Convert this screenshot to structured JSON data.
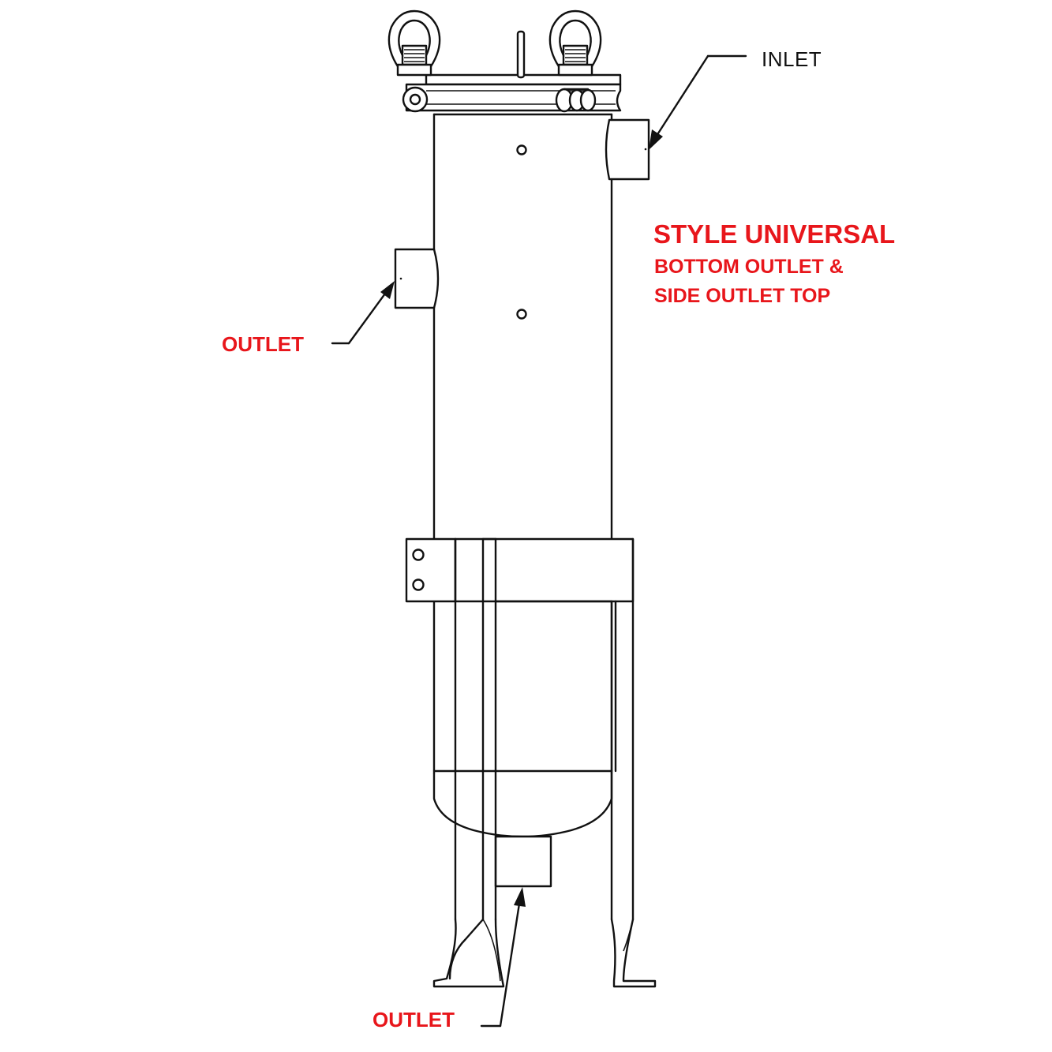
{
  "labels": {
    "inlet": "INLET",
    "outlet_side": "OUTLET",
    "outlet_bottom": "OUTLET",
    "title": "STYLE UNIVERSAL",
    "subtitle_line1": "BOTTOM OUTLET &",
    "subtitle_line2": "SIDE OUTLET TOP"
  },
  "colors": {
    "line": "#111111",
    "highlight": "#e8161b",
    "background": "#ffffff"
  }
}
